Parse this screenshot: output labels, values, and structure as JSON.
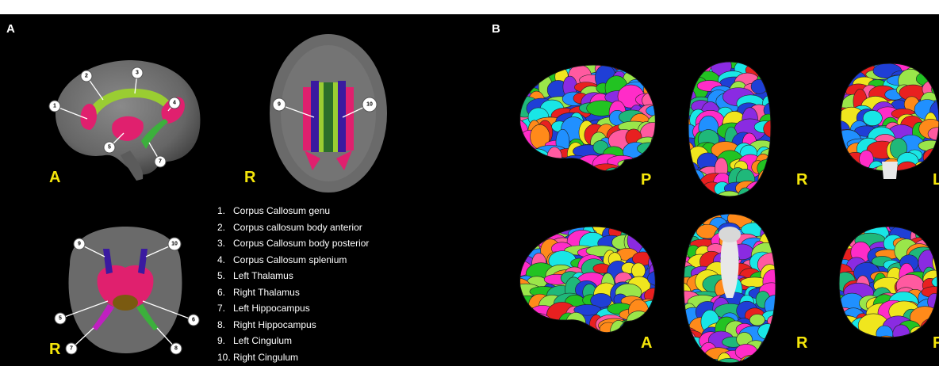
{
  "panels": {
    "a": {
      "letter": "A",
      "view_labels": [
        "A",
        "R",
        "R"
      ],
      "callouts": {
        "sagittal": [
          "1",
          "2",
          "3",
          "4",
          "5",
          "7"
        ],
        "axial": [
          "9",
          "10"
        ],
        "coronal": [
          "9",
          "10",
          "5",
          "6",
          "7",
          "8"
        ]
      },
      "legend": [
        {
          "num": "1.",
          "text": "Corpus Callosum genu"
        },
        {
          "num": "2.",
          "text": "Corpus callosum body anterior"
        },
        {
          "num": "3.",
          "text": "Corpus Callosum body posterior"
        },
        {
          "num": "4.",
          "text": "Corpus Callosum splenium"
        },
        {
          "num": "5.",
          "text": "Left Thalamus"
        },
        {
          "num": "6.",
          "text": "Right Thalamus"
        },
        {
          "num": "7.",
          "text": "Left Hippocampus"
        },
        {
          "num": "8.",
          "text": "Right Hippocampus"
        },
        {
          "num": "9.",
          "text": "Left Cingulum"
        },
        {
          "num": "10.",
          "text": "Right Cingulum"
        }
      ]
    },
    "b": {
      "letter": "B",
      "view_labels": [
        "P",
        "R",
        "L",
        "A",
        "R",
        "F"
      ]
    }
  },
  "colors": {
    "background": "#000000",
    "brain_gray": "#6e6e6e",
    "label_yellow": "#f5e60a",
    "callosum_magenta": "#e0206e",
    "callosum_green": "#9acd32",
    "cingulum_blue": "#3a1aa0",
    "parcel_palette": [
      "#1f3fd6",
      "#22c322",
      "#e82020",
      "#f0e61e",
      "#ff2cc8",
      "#19e6e6",
      "#ff8a1a",
      "#8a2be2",
      "#9ae64a",
      "#2090ff",
      "#ff5aa0",
      "#1fb87a"
    ]
  }
}
